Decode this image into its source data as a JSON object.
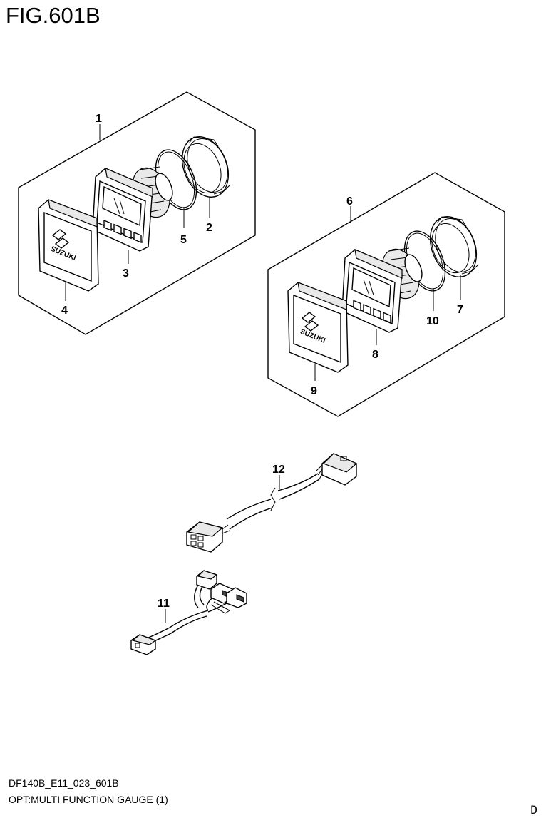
{
  "figure": {
    "title": "FIG.601B"
  },
  "callouts": {
    "c1": "1",
    "c2": "2",
    "c3": "3",
    "c4": "4",
    "c5": "5",
    "c6": "6",
    "c7": "7",
    "c8": "8",
    "c9": "9",
    "c10": "10",
    "c11": "11",
    "c12": "12"
  },
  "branding": {
    "cap_logo_text": "SUZUKI"
  },
  "footer": {
    "code": "DF140B_E11_023_601B",
    "description": "OPT:MULTI FUNCTION GAUGE (1)",
    "page_letter": "D"
  }
}
